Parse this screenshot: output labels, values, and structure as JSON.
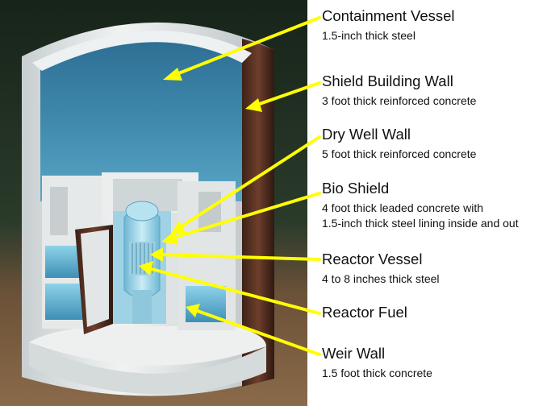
{
  "colors": {
    "arrow": "#ffff00",
    "background_top": "#1c2b1e",
    "ground": "#7a5b3e",
    "concrete": "#e3e6e6",
    "water": "#4f9fc4",
    "steel_lining": "#5a3325"
  },
  "labels": [
    {
      "title": "Containment Vessel",
      "desc": "1.5-inch thick steel"
    },
    {
      "title": "Shield Building Wall",
      "desc": "3 foot thick reinforced concrete"
    },
    {
      "title": "Dry Well Wall",
      "desc": "5 foot thick reinforced concrete"
    },
    {
      "title": "Bio Shield",
      "desc": "4 foot thick leaded concrete with",
      "desc2": "1.5-inch thick steel lining inside and out"
    },
    {
      "title": "Reactor Vessel",
      "desc": "4 to 8 inches thick steel"
    },
    {
      "title": "Reactor Fuel"
    },
    {
      "title": "Weir Wall",
      "desc": "1.5 foot thick concrete"
    }
  ]
}
